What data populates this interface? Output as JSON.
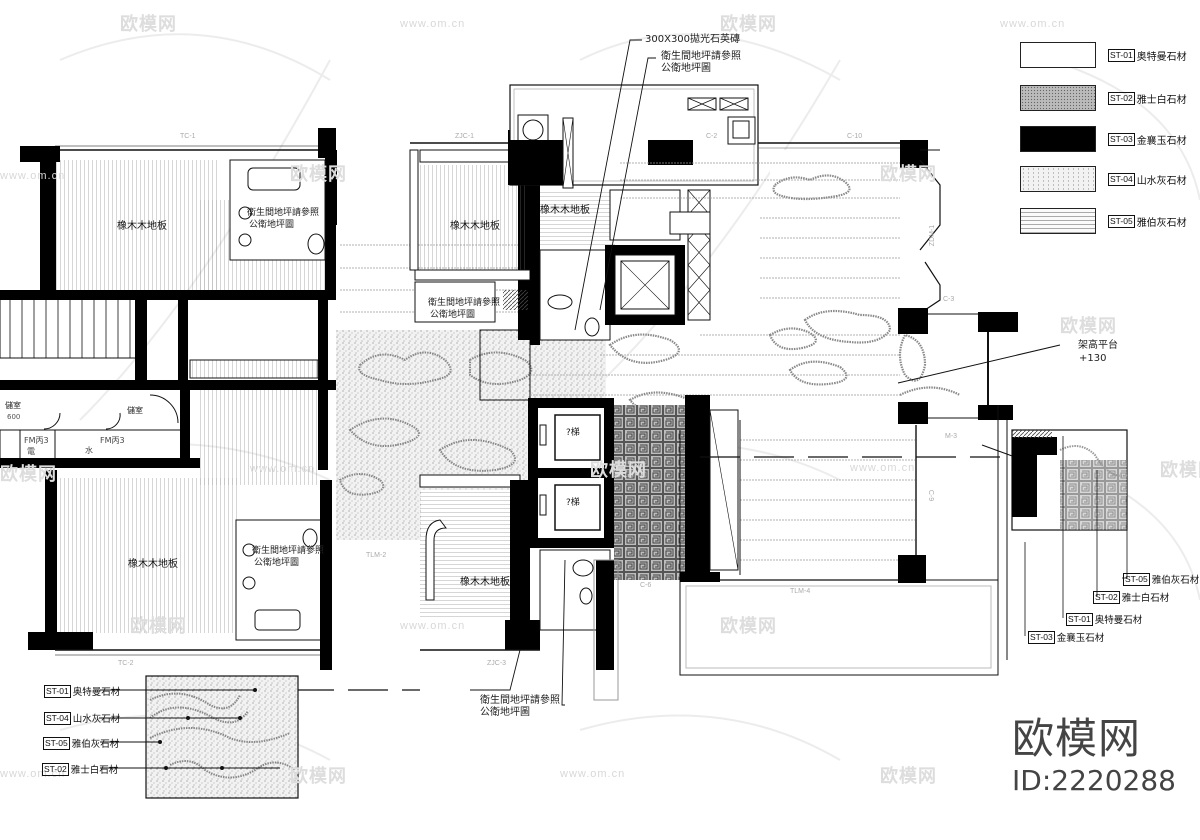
{
  "drawing": {
    "type": "floor finish plan (architectural CAD)",
    "watermarks": {
      "brand": "欧模网",
      "url": "www.om.cn"
    },
    "brand_block": {
      "name": "欧模网",
      "id": "ID:2220288"
    }
  },
  "legend": {
    "items": [
      {
        "code": "ST-01",
        "name": "奥特曼石材",
        "pattern": "blank",
        "color": "#ffffff"
      },
      {
        "code": "ST-02",
        "name": "雅士白石材",
        "pattern": "fine-dots",
        "color": "#b8b8b8"
      },
      {
        "code": "ST-03",
        "name": "金襄玉石材",
        "pattern": "solid",
        "color": "#000000"
      },
      {
        "code": "ST-04",
        "name": "山水灰石材",
        "pattern": "speckle",
        "color": "#e6e6e6"
      },
      {
        "code": "ST-05",
        "name": "雅伯灰石材",
        "pattern": "wave-lines",
        "color": "#d0d0d0"
      }
    ]
  },
  "rooms": {
    "floor_label": "橡木木地板",
    "bath_note_l1": "衛生間地坪請參照",
    "bath_note_l2": "公衛地坪圖",
    "storage": "儲室",
    "fm1": "FM丙3",
    "fm2": "FM丙3",
    "water": "水",
    "elec": "電",
    "elevator": "?梯",
    "dim_note": "600",
    "raised_platform": "架高平台",
    "raised_height": "+130"
  },
  "callouts": {
    "tile": "300X300拋光石英磚",
    "bath_top_l1": "衛生間地坪請參照",
    "bath_top_l2": "公衛地坪圖",
    "bath_bottom_l1": "衛生間地坪請參照",
    "bath_bottom_l2": "公衛地坪圖"
  },
  "window_tags": [
    "TC-1",
    "TC-2",
    "ZJC-1",
    "ZJC-3",
    "C-2",
    "C-10",
    "C-3",
    "C-6",
    "C-9",
    "M-3",
    "TLM-2",
    "TLM-4",
    "ZDM-1"
  ],
  "detail_right": {
    "tags": [
      {
        "code": "ST-05",
        "name": "雅伯灰石材"
      },
      {
        "code": "ST-02",
        "name": "雅士白石材"
      },
      {
        "code": "ST-01",
        "name": "奥特曼石材"
      },
      {
        "code": "ST-03",
        "name": "金襄玉石材"
      }
    ]
  },
  "detail_bottom": {
    "tags": [
      {
        "code": "ST-01",
        "name": "奥特曼石材"
      },
      {
        "code": "ST-04",
        "name": "山水灰石材"
      },
      {
        "code": "ST-05",
        "name": "雅伯灰石材"
      },
      {
        "code": "ST-02",
        "name": "雅士白石材"
      }
    ]
  }
}
